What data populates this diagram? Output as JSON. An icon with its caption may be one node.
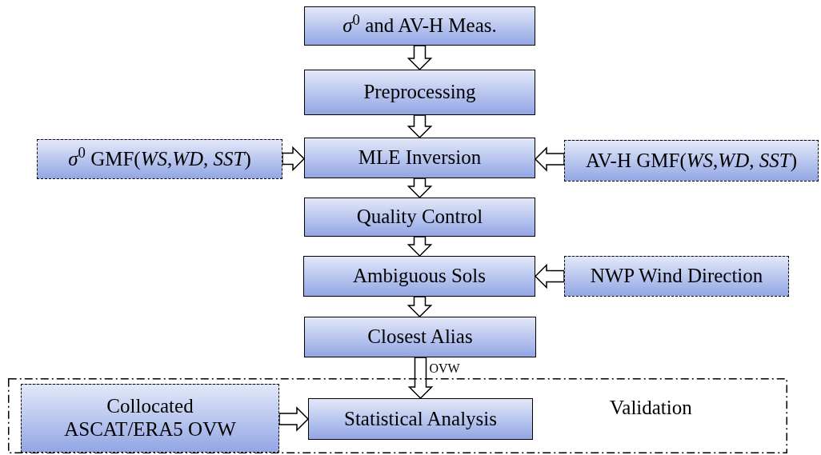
{
  "diagram": {
    "nodes": [
      {
        "text": [
          "*σ*$^{0}$ and AV-H Meas."
        ]
      },
      {
        "text": [
          "Preprocessing"
        ]
      },
      {
        "text": [
          "*σ*$^{0}$ GMF(*WS*,*WD*, *SST*)"
        ]
      },
      {
        "text": [
          "MLE Inversion"
        ]
      },
      {
        "text": [
          "AV-H GMF(*WS*,*WD*, *SST*)"
        ]
      },
      {
        "text": [
          "Quality Control"
        ]
      },
      {
        "text": [
          "Ambiguous Sols"
        ]
      },
      {
        "text": [
          "NWP Wind Direction"
        ]
      },
      {
        "text": [
          "Closest Alias"
        ]
      },
      {
        "text": [
          "Validation"
        ]
      },
      {
        "text": [
          "Collocated ASCAT/ERA5 OVW"
        ],
        "in": 9
      },
      {
        "text": [
          "Statistical Analysis"
        ],
        "in": 9
      }
    ],
    "edges": [
      {
        "from": 0,
        "to": 1,
        "arrow": "to"
      },
      {
        "from": 1,
        "to": 3,
        "arrow": "to"
      },
      {
        "from": 2,
        "to": 3,
        "arrow": "to"
      },
      {
        "from": 4,
        "to": 3,
        "arrow": "to"
      },
      {
        "from": 3,
        "to": 5,
        "arrow": "to"
      },
      {
        "from": 5,
        "to": 6,
        "arrow": "to"
      },
      {
        "from": 7,
        "to": 6,
        "arrow": "to"
      },
      {
        "from": 6,
        "to": 8,
        "arrow": "to"
      },
      {
        "from": 8,
        "to": 11,
        "label": "OVW",
        "arrow": "to"
      },
      {
        "from": 10,
        "to": 11,
        "arrow": "to"
      }
    ]
  }
}
